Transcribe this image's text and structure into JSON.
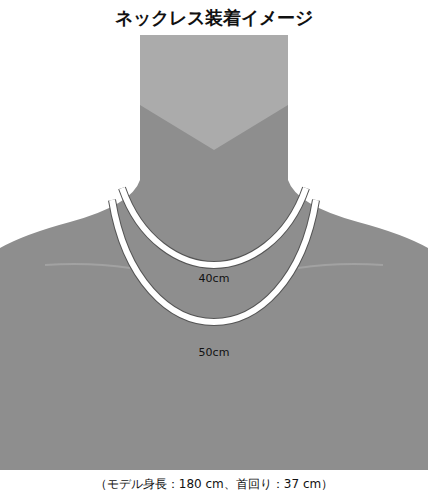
{
  "diagram": {
    "title": "ネックレス装着イメージ",
    "caption": "（モデル身長：180 cm、首回り：37 cm）",
    "labels": [
      "40cm",
      "50cm"
    ]
  }
}
